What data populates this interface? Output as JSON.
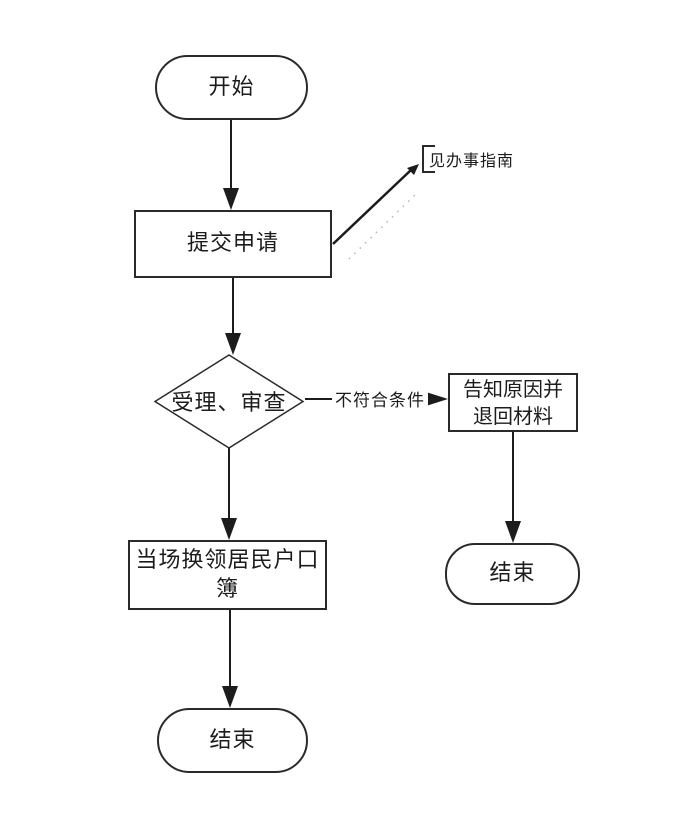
{
  "flowchart": {
    "colors": {
      "line": "#1c1c1c",
      "text": "#1c1c1c",
      "background": "#ffffff"
    },
    "nodes": {
      "start": {
        "type": "terminator",
        "label": "开始"
      },
      "submit": {
        "type": "process",
        "label": "提交申请"
      },
      "review": {
        "type": "decision",
        "label": "受理、审查"
      },
      "inform": {
        "type": "process",
        "label": "告知原因并\n退回材料"
      },
      "end_right": {
        "type": "terminator",
        "label": "结束"
      },
      "replace": {
        "type": "process",
        "label": "当场换领居民户口\n簿"
      },
      "end_bottom": {
        "type": "terminator",
        "label": "结束"
      }
    },
    "edge_labels": {
      "reject": "不符合条件"
    },
    "annotation": {
      "label": "见办事指南"
    }
  }
}
